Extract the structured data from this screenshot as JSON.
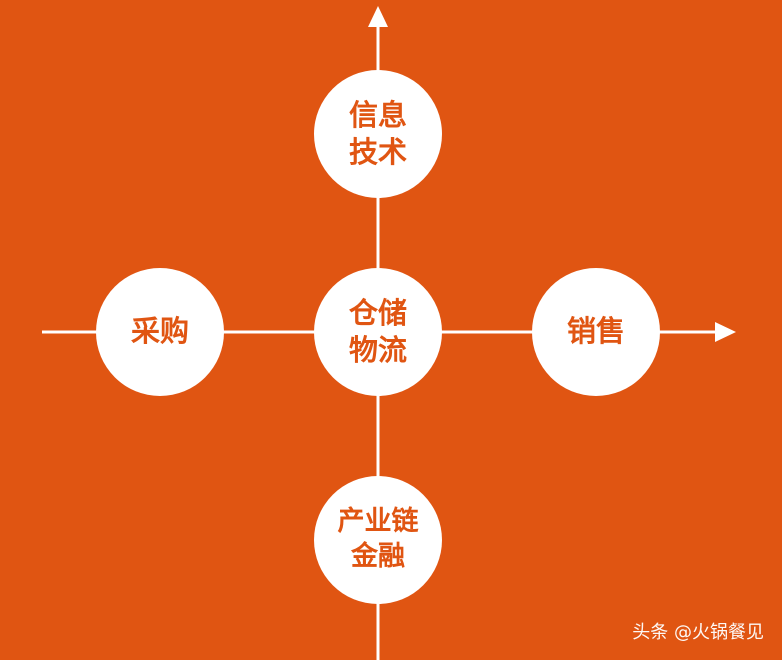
{
  "colors": {
    "background": "#e05512",
    "node_fill": "#ffffff",
    "node_text": "#e05512",
    "line": "#ffffff"
  },
  "nodes": {
    "info_tech": {
      "line1": "信息",
      "line2": "技术"
    },
    "warehouse": {
      "line1": "仓储",
      "line2": "物流"
    },
    "purchase": {
      "label": "采购"
    },
    "sales": {
      "label": "销售"
    },
    "finance": {
      "line1": "产业链",
      "line2": "金融"
    }
  },
  "watermark": "头条 @火锅餐见"
}
